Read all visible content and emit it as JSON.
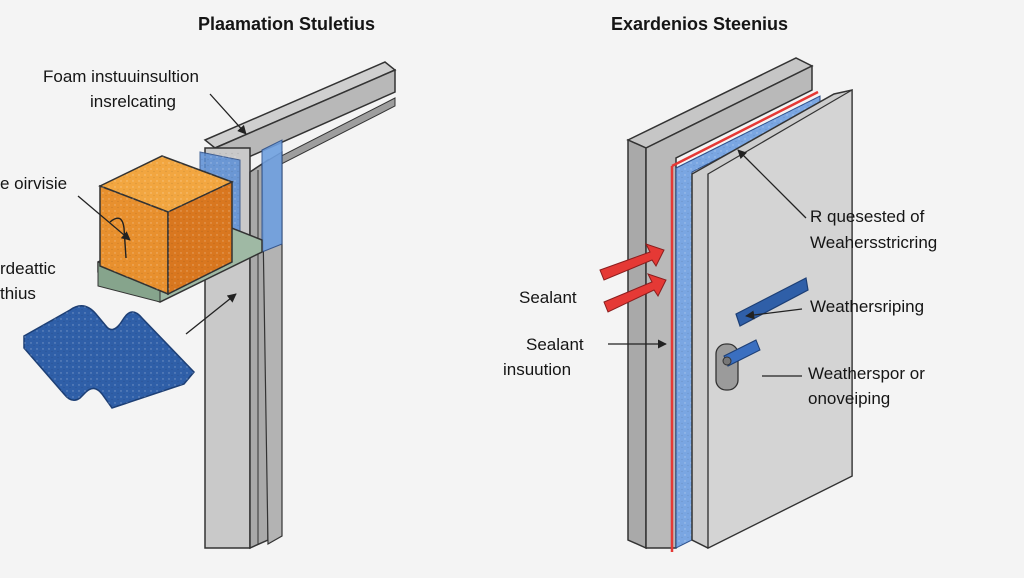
{
  "left_panel": {
    "title": "Plaamation Stuletius",
    "labels": {
      "foam_line1": "Foam instuuinsultion",
      "foam_line2": "insrelcating",
      "side_top": "e oirvisie",
      "side_mid_line1": "rdeattic",
      "side_mid_line2": "thius"
    }
  },
  "right_panel": {
    "title": "Exardenios Steenius",
    "labels": {
      "top_right_line1": "R quesested of",
      "top_right_line2": "Weahersstricring",
      "sealant_arrows": "Sealant",
      "sealant_insulation_line1": "Sealant",
      "sealant_insulation_line2": "insuution",
      "weatherstrip": "Weathersriping",
      "handle_line1": "Weatherspor or",
      "handle_line2": "onoveiping"
    }
  },
  "colors": {
    "background": "#f4f4f4",
    "frame_gray": "#a9a9a9",
    "foam_orange": "#e8902e",
    "insulation_blue": "#5b8fd6",
    "strip_blue": "#2f5fa8",
    "sealant_red": "#e53935"
  },
  "icons": [
    "arrow-right-icon",
    "door-handle-icon"
  ]
}
